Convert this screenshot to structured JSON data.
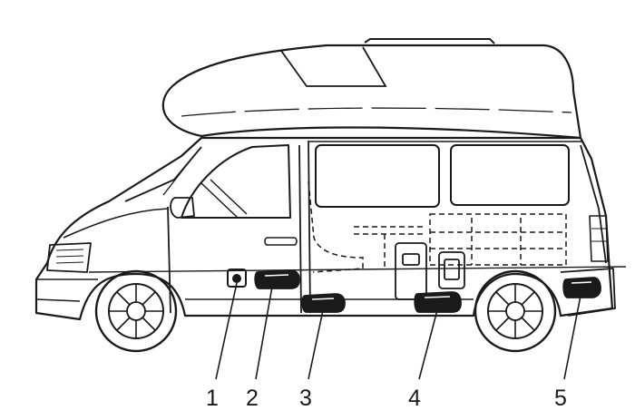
{
  "diagram": {
    "callouts": [
      {
        "number": "1"
      },
      {
        "number": "2"
      },
      {
        "number": "3"
      },
      {
        "number": "4"
      },
      {
        "number": "5"
      }
    ]
  },
  "colors": {
    "line": "#1a1a1a",
    "background": "#ffffff",
    "component_fill": "#1a1a1a"
  }
}
